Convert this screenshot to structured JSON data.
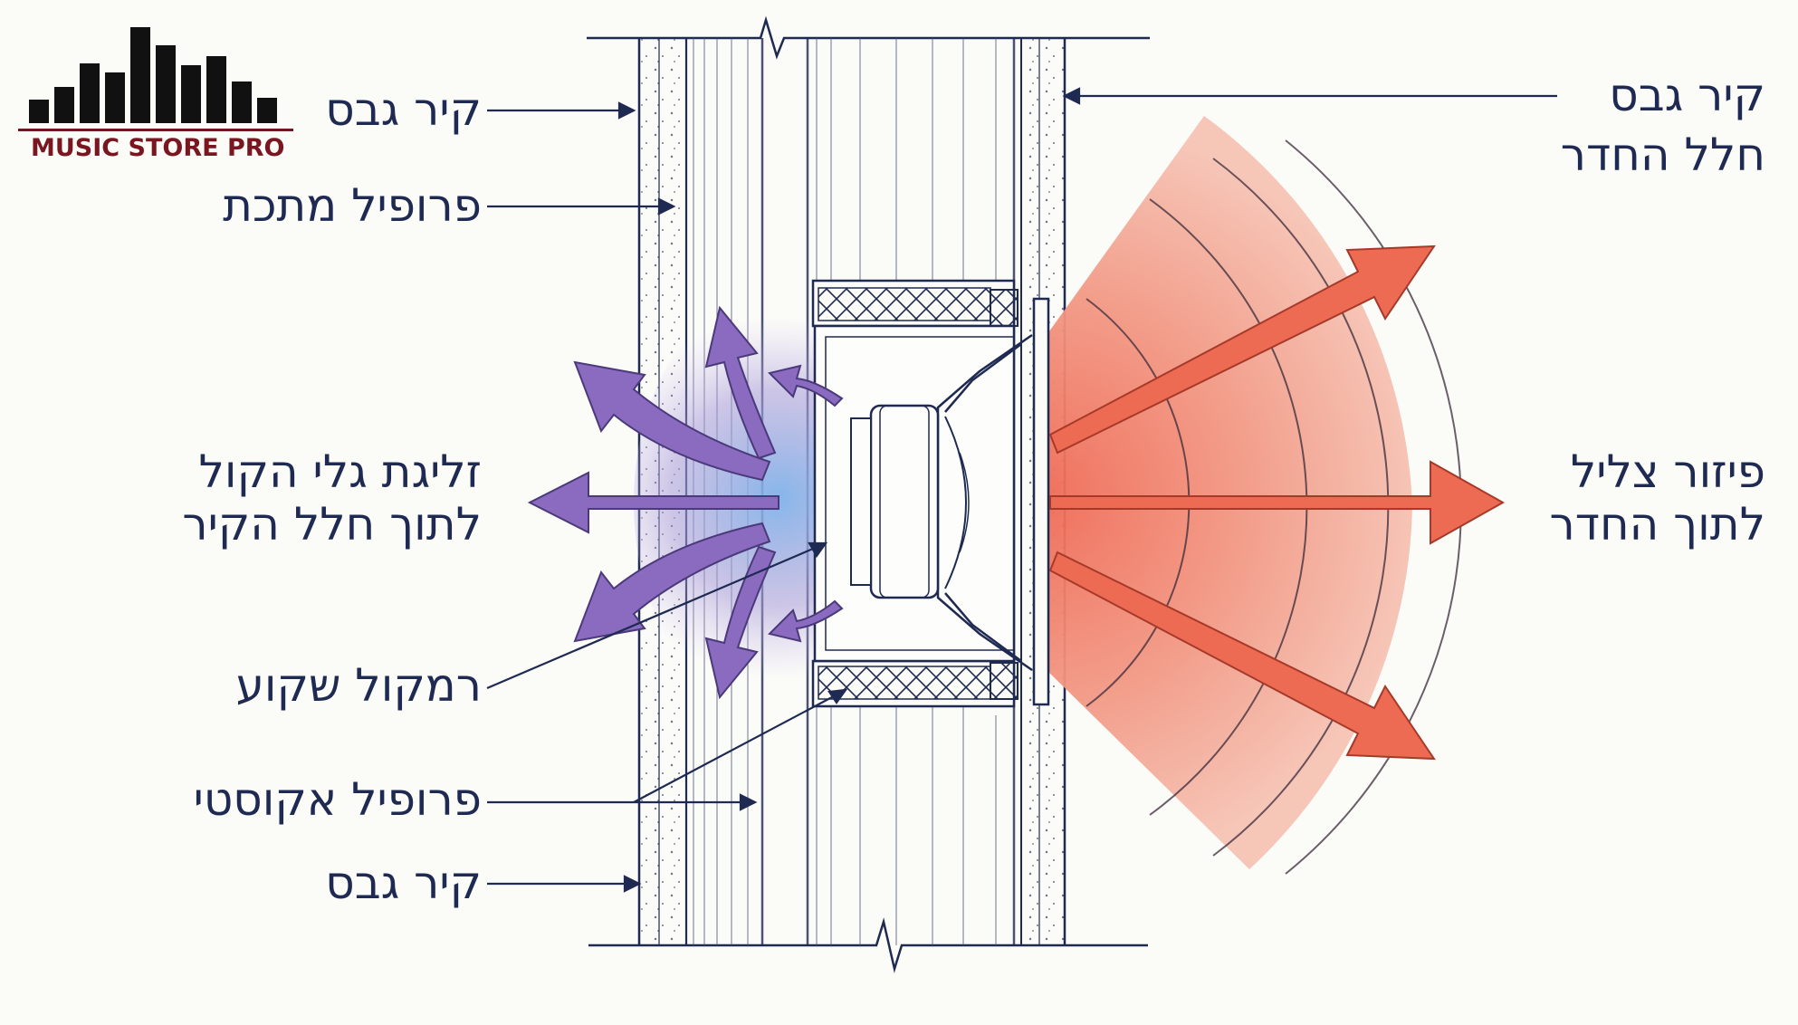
{
  "logo": {
    "brand": "MUSIC STORE PRO",
    "icon": "equalizer-bars-icon",
    "text_color": "#7a1620"
  },
  "labels_left": {
    "drywall_top": "קיר גבס",
    "metal_profile": "פרופיל מתכת",
    "leak_line1": "זליגת גלי הקול",
    "leak_line2": "לתוך חלל הקיר",
    "recessed_speaker": "רמקול שקוע",
    "acoustic_profile": "פרופיל אקוסטי",
    "drywall_bottom": "קיר גבס"
  },
  "labels_right": {
    "drywall": "קיר גבס",
    "room_space": "חלל החדר",
    "dispersion_line1": "פיזור צליל",
    "dispersion_line2": "לתוך החדר"
  },
  "colors": {
    "ink": "#1e2a52",
    "leak_arrows": "#8a6bc0",
    "leak_glow": "#7fb3ea",
    "room_fan": "#f2876f",
    "room_arrows": "#ec6b52"
  }
}
